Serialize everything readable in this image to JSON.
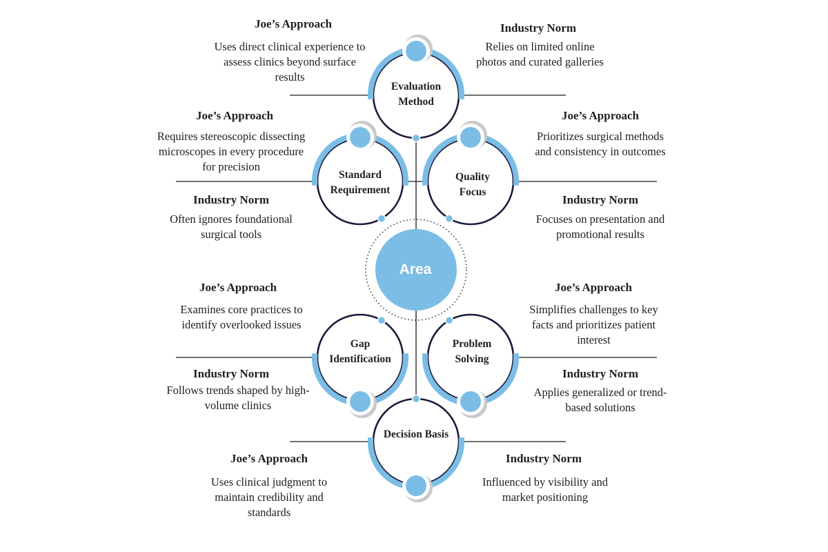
{
  "center_label": "Area",
  "colors": {
    "accent": "#7bbde5",
    "ring_dark": "#1b1a3a",
    "halo": "#c9c9cc",
    "line": "#1a1a1a"
  },
  "nodes": [
    {
      "id": "evaluation-method",
      "label": "Evaluation Method",
      "left": {
        "heading": "Joe’s Approach",
        "text": "Uses direct clinical experience to assess clinics beyond surface results"
      },
      "right": {
        "heading": "Industry Norm",
        "text": "Relies on limited online photos and curated galleries"
      }
    },
    {
      "id": "standard-requirement",
      "label": "Standard Requirement",
      "above": {
        "heading": "Joe’s Approach",
        "text": "Requires stereoscopic dissecting microscopes in every procedure for precision"
      },
      "below": {
        "heading": "Industry Norm",
        "text": "Often ignores foundational surgical tools"
      }
    },
    {
      "id": "quality-focus",
      "label": "Quality Focus",
      "above": {
        "heading": "Joe’s Approach",
        "text": "Prioritizes surgical methods and consistency in outcomes"
      },
      "below": {
        "heading": "Industry Norm",
        "text": "Focuses on presentation and promotional results"
      }
    },
    {
      "id": "gap-identification",
      "label": "Gap Identification",
      "above": {
        "heading": "Joe’s Approach",
        "text": "Examines core practices to identify overlooked issues"
      },
      "below": {
        "heading": "Industry Norm",
        "text": "Follows trends shaped by high-volume clinics"
      }
    },
    {
      "id": "problem-solving",
      "label": "Problem Solving",
      "above": {
        "heading": "Joe’s Approach",
        "text": "Simplifies challenges to key facts and prioritizes patient interest"
      },
      "below": {
        "heading": "Industry Norm",
        "text": "Applies generalized or trend-based solutions"
      }
    },
    {
      "id": "decision-basis",
      "label": "Decision Basis",
      "left": {
        "heading": "Joe’s Approach",
        "text": "Uses clinical judgment to maintain credibility and standards"
      },
      "right": {
        "heading": "Industry Norm",
        "text": "Influenced by visibility and market positioning"
      }
    }
  ]
}
